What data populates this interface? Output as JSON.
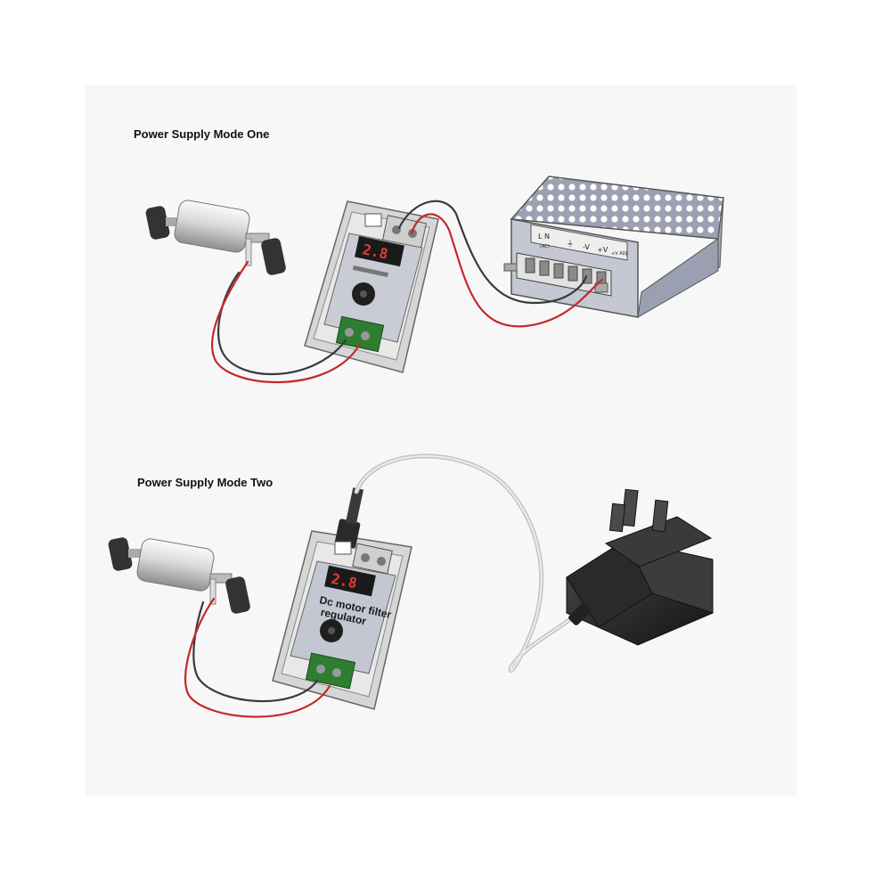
{
  "diagram": {
    "mode_one": {
      "heading": "Power Supply Mode One",
      "psu_terminal_labels": [
        "L",
        "N",
        "(AC)",
        "⏚",
        "-V",
        "+V",
        "+V ADJ"
      ]
    },
    "mode_two": {
      "heading": "Power Supply Mode Two",
      "regulator_label": "Dc motor filter regulator",
      "regulator_label_line1": "Dc motor filter",
      "regulator_label_line2": "regulator"
    }
  },
  "colors": {
    "wire_red": "#c62828",
    "wire_black": "#3a3a3a",
    "cable_grey": "#c4c4c4",
    "led_red": "#e53935",
    "adapter_black": "#2b2b2b"
  }
}
